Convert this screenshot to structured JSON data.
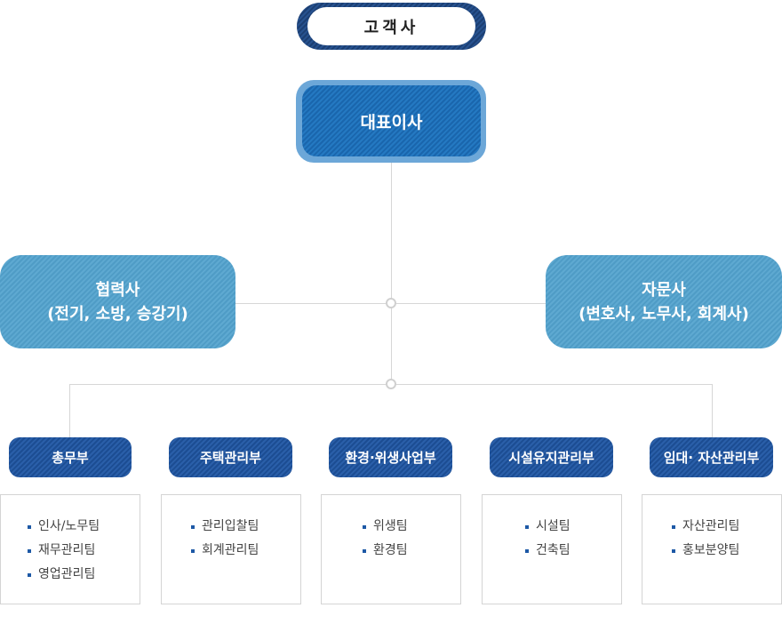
{
  "client": {
    "label": "고객사"
  },
  "ceo": {
    "label": "대표이사"
  },
  "partner": {
    "line1": "협력사",
    "line2": "(전기, 소방, 승강기)"
  },
  "advisor": {
    "line1": "자문사",
    "line2": "(변호사, 노무사, 회계사)"
  },
  "departments": [
    {
      "name": "총무부",
      "teams": [
        "인사/노무팀",
        "재무관리팀",
        "영업관리팀"
      ]
    },
    {
      "name": "주택관리부",
      "teams": [
        "관리입찰팀",
        "회계관리팀"
      ]
    },
    {
      "name": "환경·위생사업부",
      "teams": [
        "위생팀",
        "환경팀"
      ]
    },
    {
      "name": "시설유지관리부",
      "teams": [
        "시설팀",
        "건축팀"
      ]
    },
    {
      "name": "임대· 자산관리부",
      "teams": [
        "자산관리팀",
        "홍보분양팀"
      ]
    }
  ],
  "colors": {
    "client_border": "#1c3f73",
    "ceo": "#1a66ad",
    "side": "#5ea9d1",
    "department": "#1c4d93",
    "bullet": "#1d59a6"
  }
}
